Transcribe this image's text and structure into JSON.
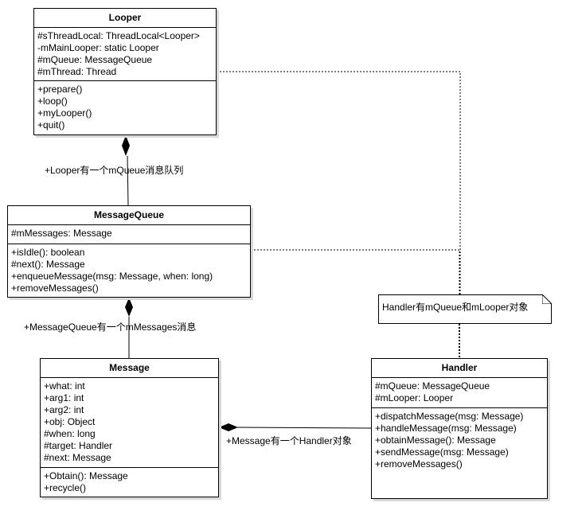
{
  "classes": {
    "looper": {
      "name": "Looper",
      "attributes": [
        "#sThreadLocal: ThreadLocal<Looper>",
        "-mMainLooper: static Looper",
        "#mQueue: MessageQueue",
        "#mThread: Thread"
      ],
      "operations": [
        "+prepare()",
        "+loop()",
        "+myLooper()",
        "+quit()"
      ]
    },
    "message_queue": {
      "name": "MessageQueue",
      "attributes": [
        "#mMessages: Message"
      ],
      "operations": [
        "+isIdle(): boolean",
        "#next(): Message",
        "+enqueueMessage(msg: Message, when: long)",
        "+removeMessages()"
      ]
    },
    "message": {
      "name": "Message",
      "attributes": [
        "+what: int",
        "+arg1: int",
        "+arg2: int",
        "+obj: Object",
        "#when: long",
        "#target: Handler",
        "#next: Message"
      ],
      "operations": [
        "+Obtain(): Message",
        "+recycle()"
      ]
    },
    "handler": {
      "name": "Handler",
      "attributes": [
        "#mQueue: MessageQueue",
        "#mLooper: Looper"
      ],
      "operations": [
        "+dispatchMessage(msg: Message)",
        "+handleMessage(msg: Message)",
        "+obtainMessage(): Message",
        "+sendMessage(msg: Message)",
        "+removeMessages()"
      ]
    }
  },
  "relations": {
    "looper_queue": "+Looper有一个mQueue消息队列",
    "queue_messages": "+MessageQueue有一个mMessages消息",
    "message_handler": "+Message有一个Handler对象"
  },
  "note": "Handler有mQueue和mLooper对象"
}
